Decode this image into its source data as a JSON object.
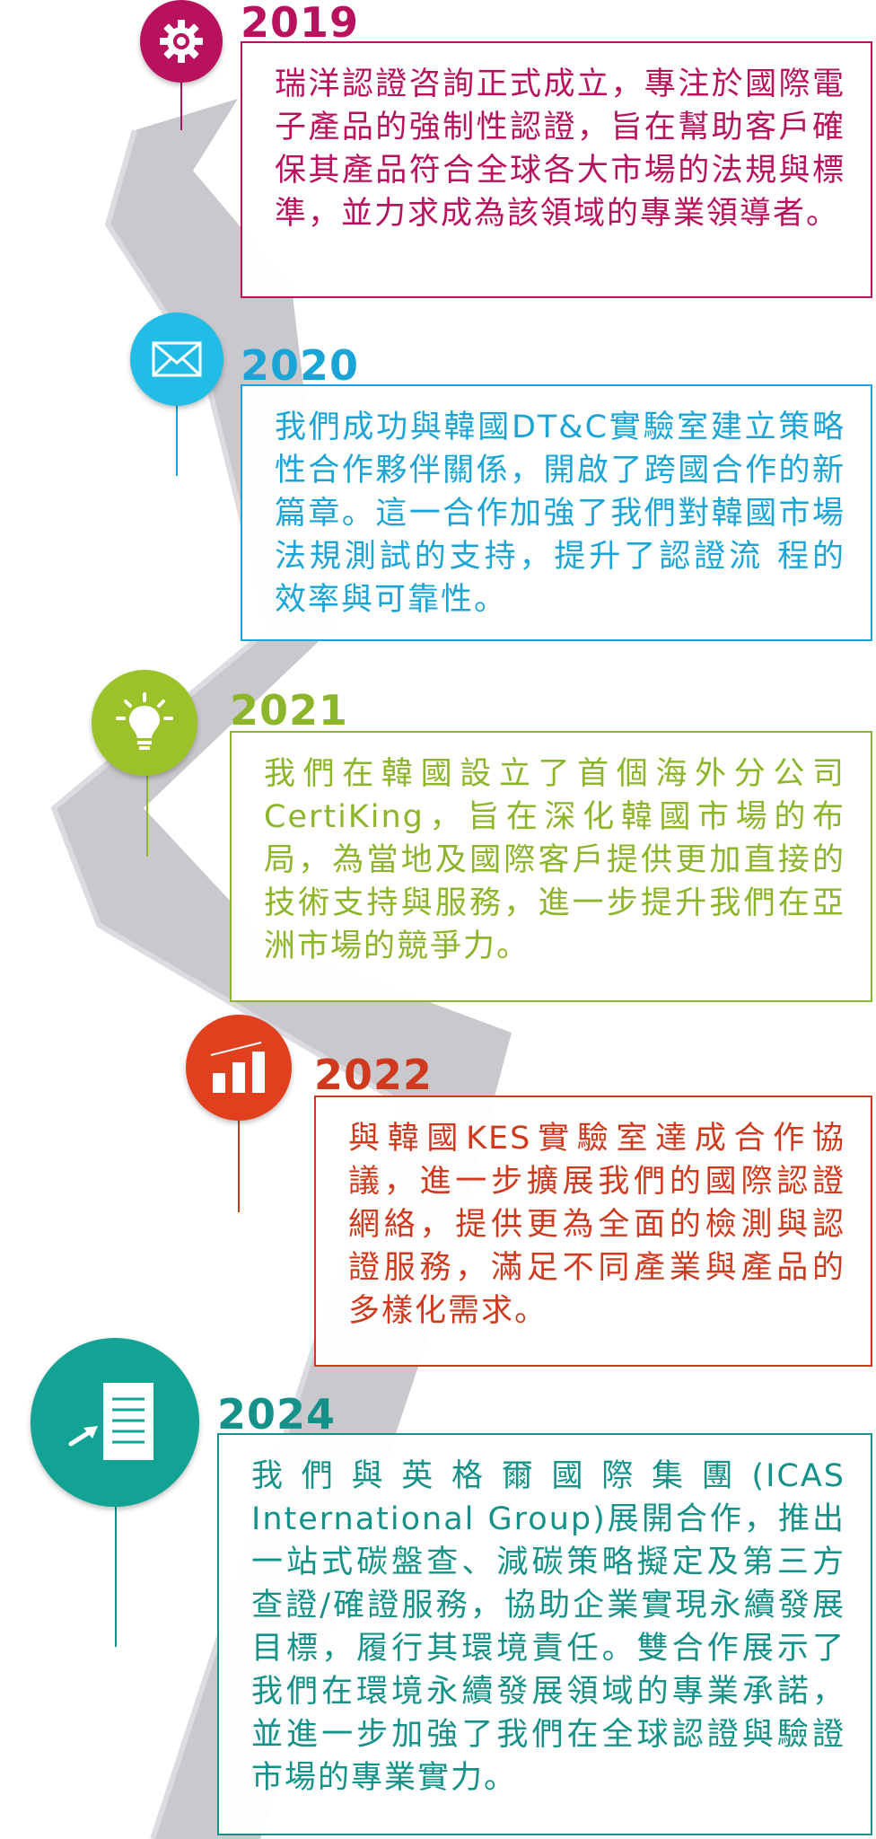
{
  "colors": {
    "road": "#c9c8cd",
    "road_edge": "#dcdbe0"
  },
  "timeline": [
    {
      "year": "2019",
      "icon": "gear-icon",
      "color": "#b8125f",
      "text": "瑞洋認證咨詢正式成立，專注於國際電子產品的強制性認證，旨在幫助客戶確保其產品符合全球各大市場的法規與標準，並力求成為該領域的專業領導者。"
    },
    {
      "year": "2020",
      "icon": "envelope-icon",
      "color": "#1aa5d6",
      "text": "我們成功與韓國DT&C實驗室建立策略性合作夥伴關係，開啟了跨國合作的新篇章。這一合作加強了我們對韓國市場法規測試的支持，提升了認證流 程的效率與可靠性。"
    },
    {
      "year": "2021",
      "icon": "lightbulb-icon",
      "color": "#8db52a",
      "text": "我們在韓國設立了首個海外分公司CertiKing，旨在深化韓國市場的布局，為當地及國際客戶提供更加直接的技術支持與服務，進一步提升我們在亞洲市場的競爭力。"
    },
    {
      "year": "2022",
      "icon": "bar-chart-icon",
      "color": "#cf3a1e",
      "text": "與韓國KES實驗室達成合作協議，進一步擴展我們的國際認證網絡，提供更為全面的檢測與認證服務，滿足不同產業與產品的多樣化需求。"
    },
    {
      "year": "2024",
      "icon": "document-icon",
      "color": "#14928a",
      "text": "我們與英格爾國際集團(ICAS International Group)展開合作，推出一站式碳盤查、減碳策略擬定及第三方查證/確證服務，協助企業實現永續發展目標，履行其環境責任。雙合作展示了我們在環境永續發展領域的專業承諾，並進一步加強了我們在全球認證與驗證市場的專業實力。"
    }
  ]
}
